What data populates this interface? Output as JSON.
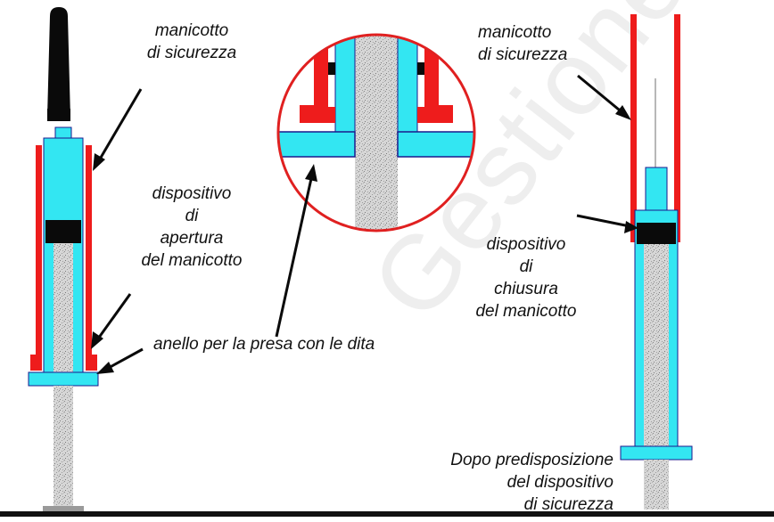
{
  "labels": {
    "sleeve_left": [
      "manicotto",
      "di sicurezza"
    ],
    "opening_device": [
      "dispositivo",
      "di",
      "apertura",
      "del manicotto"
    ],
    "finger_ring": "anello per la presa con le dita",
    "sleeve_right": [
      "manicotto",
      "di sicurezza"
    ],
    "closing_device": [
      "dispositivo",
      "di",
      "chiusura",
      "del manicotto"
    ],
    "after_setup": [
      "Dopo predisposizione",
      "del dispositivo",
      "di sicurezza"
    ]
  },
  "watermark": "Gestione del Farmaco",
  "colors": {
    "barrel": "#33e6f2",
    "sleeve": "#ee1c1c",
    "cap": "#0a0a0a",
    "plunger": "#c9c9c9",
    "outline": "#1a1a8c",
    "circle": "#e02020",
    "ground": "#111111"
  }
}
